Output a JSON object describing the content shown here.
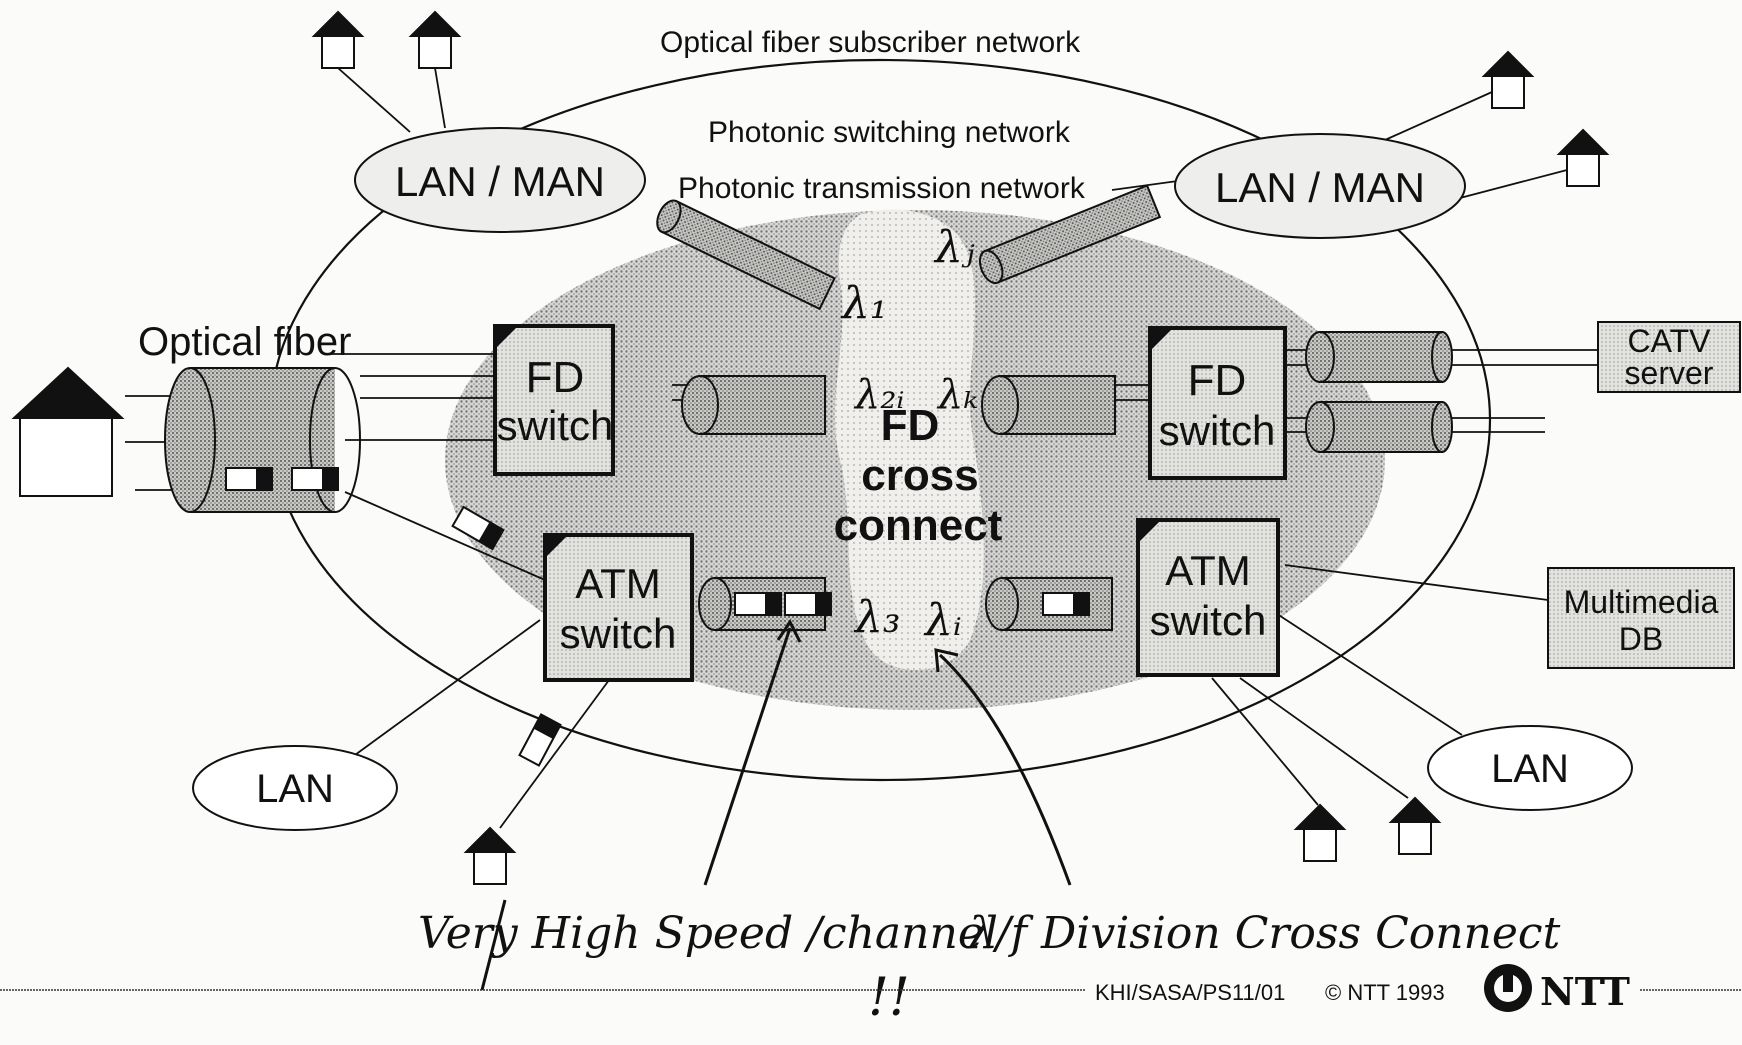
{
  "network_labels": {
    "subscriber": "Optical fiber subscriber network",
    "switching": "Photonic switching network",
    "transmission": "Photonic transmission network",
    "optical_fiber": "Optical fiber"
  },
  "nodes": {
    "lan_man_left": "LAN / MAN",
    "lan_man_right": "LAN / MAN",
    "fd_switch_left": [
      "FD",
      "switch"
    ],
    "fd_switch_right": [
      "FD",
      "switch"
    ],
    "atm_switch_left": [
      "ATM",
      "switch"
    ],
    "atm_switch_right": [
      "ATM",
      "switch"
    ],
    "cross_connect": [
      "FD",
      "cross",
      "connect"
    ],
    "catv_server": [
      "CATV",
      "server"
    ],
    "multimedia_db": [
      "Multimedia",
      "DB"
    ],
    "lan_left": "LAN",
    "lan_right": "LAN"
  },
  "wavelengths": {
    "l1": "λ₁",
    "lj": "λⱼ",
    "l2": "λ₂ᵢ",
    "lk": "λₖ",
    "l3": "λ₃",
    "li": "λᵢ"
  },
  "annotations": {
    "left": "Very High Speed /channel",
    "right": "λ/f Division Cross Connect",
    "marks": "!!"
  },
  "footer": {
    "code": "KHI/SASA/PS11/01",
    "copyright": "© NTT 1993",
    "brand": "NTT"
  },
  "colors": {
    "ink": "#111111",
    "halftone": "#a9a9a9",
    "cloud": "#ecebe8"
  }
}
